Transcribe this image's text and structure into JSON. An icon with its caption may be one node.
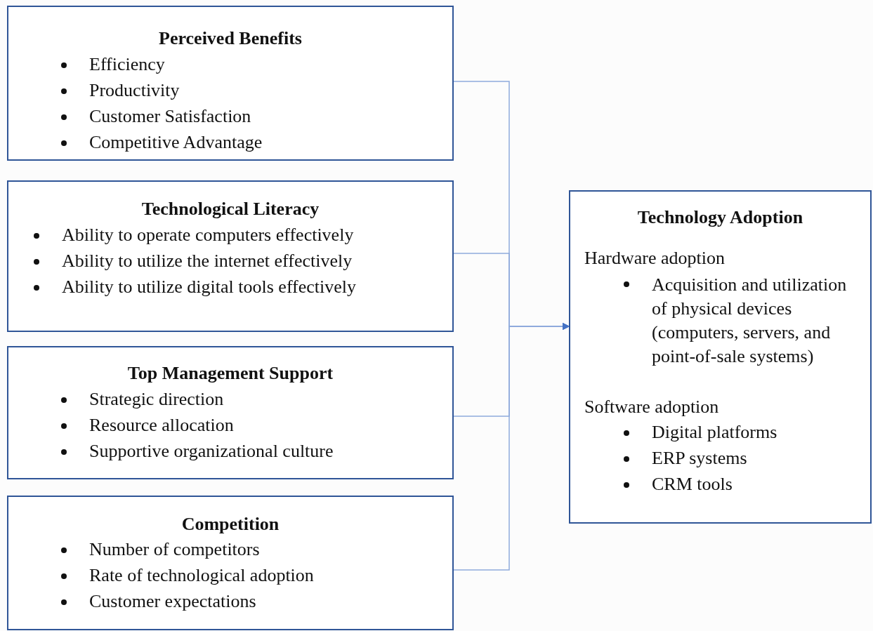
{
  "diagram": {
    "nodes": [
      {
        "text": [
          "Perceived Benefits",
          "Efficiency",
          "Productivity",
          "Customer Satisfaction",
          "Competitive Advantage"
        ]
      },
      {
        "text": [
          "Technological Literacy",
          "Ability to operate computers effectively",
          "Ability to utilize the internet effectively",
          "Ability to utilize digital tools effectively"
        ]
      },
      {
        "text": [
          "Top Management Support",
          "Strategic direction",
          "Resource allocation",
          "Supportive organizational culture"
        ]
      },
      {
        "text": [
          "Competition",
          "Number of competitors",
          "Rate of technological adoption",
          "Customer expectations"
        ]
      },
      {
        "text": [
          "Technology Adoption",
          "Hardware adoption",
          "Acquisition and utilization of physical devices (computers, servers, and point-of-sale systems)",
          "Software adoption",
          "Digital platforms",
          "ERP systems",
          "CRM tools"
        ]
      }
    ],
    "edges": [
      {
        "from": 0,
        "to": 4,
        "arrow": "to"
      },
      {
        "from": 1,
        "to": 4,
        "arrow": "to"
      },
      {
        "from": 2,
        "to": 4,
        "arrow": "to"
      },
      {
        "from": 3,
        "to": 4,
        "arrow": "to"
      }
    ]
  }
}
